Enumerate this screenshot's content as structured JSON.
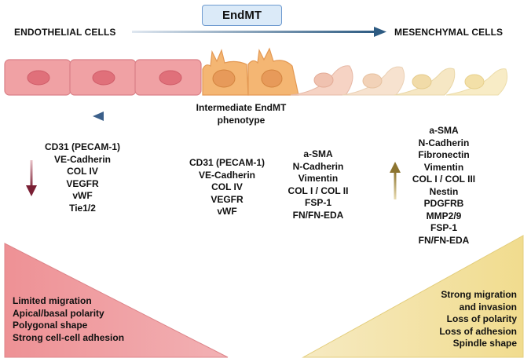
{
  "header": {
    "title": "EndMT",
    "left_label": "ENDOTHELIAL CELLS",
    "right_label": "MESENCHYMAL CELLS"
  },
  "intermediate": {
    "label_line1": "Intermediate EndMT",
    "label_line2": "phenotype"
  },
  "endothelial_markers": [
    "CD31 (PECAM-1)",
    "VE-Cadherin",
    "COL IV",
    "VEGFR",
    "vWF",
    "Tie1/2"
  ],
  "intermediate_endothelial_markers": [
    "CD31 (PECAM-1)",
    "VE-Cadherin",
    "COL IV",
    "VEGFR",
    "vWF"
  ],
  "intermediate_mesenchymal_markers": [
    "a-SMA",
    "N-Cadherin",
    "Vimentin",
    "COL I / COL II",
    "FSP-1",
    "FN/FN-EDA"
  ],
  "mesenchymal_markers": [
    "a-SMA",
    "N-Cadherin",
    "Fibronectin",
    "Vimentin",
    "COL I / COL III",
    "Nestin",
    "PDGFRB",
    "MMP2/9",
    "FSP-1",
    "FN/FN-EDA"
  ],
  "endothelial_features": [
    "Limited migration",
    "Apical/basal polarity",
    "Polygonal shape",
    "Strong cell-cell adhesion"
  ],
  "mesenchymal_features": [
    "Strong migration",
    "and invasion",
    "Loss of polarity",
    "Loss of adhesion",
    "Spindle shape"
  ],
  "colors": {
    "endothelial_cell": "#f0a1a4",
    "endothelial_nucleus": "#e0707a",
    "transition_cell": "#f4b673",
    "transition_nucleus": "#e79a5a",
    "mesenchymal_cell": "#f6e3bd",
    "left_triangle": "#ef9a9e",
    "right_triangle": "#f4e4a2",
    "down_arrow": "#7a1f34",
    "up_arrow": "#8c7430",
    "main_arrow": "#2d5b82",
    "dotted_arrow": "#3b5f8a"
  }
}
